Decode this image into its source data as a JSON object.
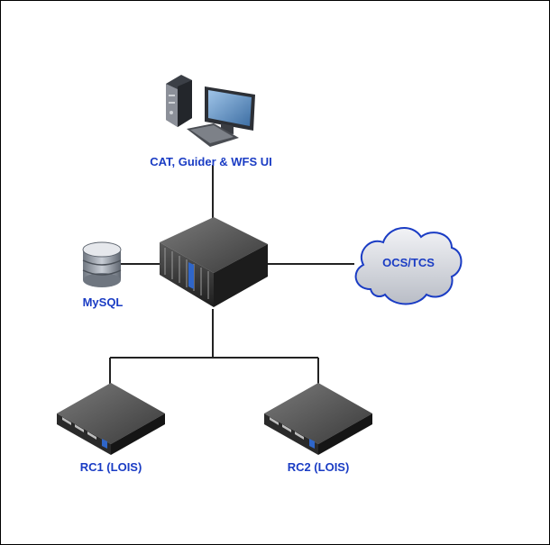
{
  "diagram": {
    "nodes": {
      "workstation": {
        "label": "CAT, Guider & WFS UI",
        "icon": "desktop-computer-icon"
      },
      "mysql": {
        "label": "MySQL",
        "icon": "database-icon"
      },
      "main_server": {
        "label": "",
        "icon": "rack-server-icon"
      },
      "ocs_tcs": {
        "label": "OCS/TCS",
        "icon": "cloud-icon"
      },
      "rc1": {
        "label": "RC1 (LOIS)",
        "icon": "rack-unit-server-icon"
      },
      "rc2": {
        "label": "RC2 (LOIS)",
        "icon": "rack-unit-server-icon"
      }
    },
    "connections": [
      [
        "workstation",
        "main_server"
      ],
      [
        "mysql",
        "main_server"
      ],
      [
        "main_server",
        "ocs_tcs"
      ],
      [
        "main_server",
        "rc1"
      ],
      [
        "main_server",
        "rc2"
      ]
    ],
    "colors": {
      "label": "#1a3cc4",
      "line": "#222222",
      "server": "#2f2f2f",
      "cloud_fill": "#d9dbe0",
      "cloud_stroke": "#1a3cc4"
    }
  }
}
